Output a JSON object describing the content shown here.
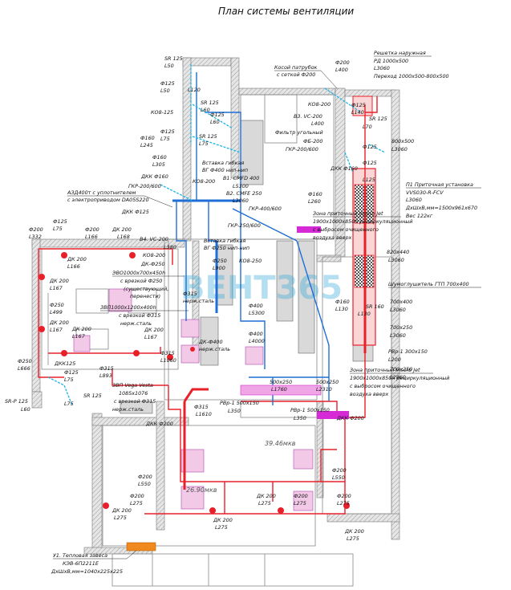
{
  "title": "План системы вентиляции",
  "watermark": "ВЕНТ365",
  "areas": [
    "39.46мкв",
    "26.90мкв"
  ],
  "colors": {
    "supply": "#e8202a",
    "exhaust": "#1f6fd6",
    "cyan": "#19b6e6",
    "magenta": "#d62ad6",
    "wall": "#8a8a8a",
    "orange": "#f08a1e"
  },
  "labels": {
    "grille": "Решетка наружная",
    "rd": "РД 1000х500",
    "l3060a": "L3060",
    "transition": "Переход 1000х500-800х500",
    "oblique1": "Косой патрубок",
    "oblique2": "с сеткой Ф200",
    "f200a": "Ф200",
    "l400a": "L400",
    "sr125a": "SR 125",
    "l50a": "L50",
    "f125a": "Ф125",
    "l50b": "L50",
    "l120": "L120",
    "ko8": "КО8-125",
    "sr125b": "SR 125",
    "l60a": "L60",
    "f125b": "Ф125",
    "l60b": "L60",
    "f125c": "Ф125",
    "l75a": "L75",
    "f160a": "Ф160",
    "l245": "L245",
    "sr125c": "SR 125",
    "l75b": "L75",
    "f160b": "Ф160",
    "l305": "L305",
    "dkk160": "ДКК Ф160",
    "gkr200": "ГКР-200/600",
    "azd1": "АЗД400т с уплотнителем",
    "azd2": "с электроприводом DA05S220",
    "dkk125": "ДКК Ф125",
    "ko8_200": "КО8-200",
    "b3vc": "В3. VC-200",
    "l400b": "L400",
    "filter": "Фильтр угольный",
    "fb200": "ФБ-200",
    "gkr200b": "ГКР-200/600",
    "f125d": "Ф125",
    "l140": "L140",
    "sr125d": "SR 125",
    "l70": "L70",
    "f125e": "Ф125",
    "f125f": "Ф125",
    "l125": "L125",
    "d800": "800х500",
    "l3060b": "L3060",
    "p1": "П1 Приточная установка",
    "vvs": "VVS030-R-FCV",
    "l3060c": "L3060",
    "dims": "ДхШхВ,мм=1500х961х670",
    "weight": "Вес 122кг",
    "flex1": "Вставка гибкая",
    "flex1b": "ВГ Ф400 нип-нип",
    "b1": "В1. СМFD 400",
    "l5300": "L5300",
    "b2": "В2. СМFE 250",
    "l3060d": "L3060",
    "gkr400": "ГКР-400/600",
    "gkr250": "ГКР-250/600",
    "flex2": "Вставка гибкая",
    "flex2b": "ВГ Ф250 нип-нип",
    "ko8_250": "КО8-250",
    "f250a": "Ф250",
    "l900": "L900",
    "dk250": "ДК-Ф250",
    "evo1": "ЭВО1000х700х450h",
    "evo1b": "с врезкой Ф250",
    "evo1c": "(существующий,",
    "evo1d": "перенести)",
    "evp": "ЗВП1000х1200х400h",
    "evpb": "с врезкой Ф315",
    "evpc": "нерж.сталь",
    "f315a": "Ф315",
    "f315b": "нерж.сталь",
    "f400a": "Ф400",
    "l5300b": "L5300",
    "f400b": "Ф400",
    "l4000": "L4000",
    "dk400": "ДК-Ф400",
    "dk400b": "нерж.сталь",
    "zone1": "Зона приточный Insorb Jet",
    "zone1b": "1900х1000х850h рециркуляционный",
    "zone1c": "с выбросом очищенного",
    "zone1d": "воздуха вверх",
    "f160c": "Ф160",
    "l260": "L260",
    "f200b": "Ф200",
    "l332": "L332",
    "f125g": "Ф125",
    "l75c": "L75",
    "f200c": "Ф200",
    "l166a": "L166",
    "dk200a": "ДК 200",
    "l168": "L168",
    "b4vc": "В4. VC-200",
    "l380": "L380",
    "dk200b": "ДК 200",
    "l166b": "L166",
    "dk200c": "ДК 200",
    "l167a": "L167",
    "f250b": "Ф250",
    "l499": "L499",
    "dk200d": "ДК 200",
    "l167b": "L167",
    "dk200e": "ДК 200",
    "l167c": "L167",
    "dk200f": "ДК 200",
    "l167d": "L167",
    "f250c": "Ф250",
    "l666": "L666",
    "dkk125b": "ДКК125",
    "f125h": "Ф125",
    "l75d": "L75",
    "sr125e": "SR 125",
    "l75e": "L75",
    "srp": "SR-P 125",
    "l60c": "L60",
    "f315c": "Ф315",
    "l1060": "L1060",
    "f315d": "Ф315",
    "l893": "L893",
    "evp2": "ЗВП Vega Vesta",
    "evp2b": "1085х1076",
    "evp2c": "с врезкой Ф315",
    "evp2d": "нерж.сталь",
    "dkk200a": "ДКК Ф200",
    "f315e": "Ф315",
    "l1610": "L1610",
    "rvr1": "РВр-1 500х150",
    "l350a": "L350",
    "rvr2": "РВр-1 500х150",
    "l350b": "L350",
    "d500a": "500х250",
    "l1760": "L1760",
    "d500b": "500х250",
    "l2310": "L2310",
    "zone2": "Зона приточный Insorb Jet",
    "zone2b": "1900х1000х850h рециркуляционный",
    "zone2c": "с выбросом очищенного",
    "zone2d": "воздуха вверх",
    "dkk200b": "ДКК Ф200",
    "d820": "820х440",
    "l3060e": "L3060",
    "silencer": "Шумоглушитель ГТП 700х400",
    "d700a": "700х400",
    "l3060f": "L3060",
    "sr160": "SR 160",
    "l130a": "L130",
    "f160d": "Ф160",
    "l130b": "L130",
    "d700b": "700х250",
    "l3060g": "L3060",
    "rvr3": "РВр-1 300х150",
    "l200": "L200",
    "d700c": "700х250",
    "l2860": "L2860",
    "f200d": "Ф200",
    "l550a": "L550",
    "f200e": "Ф200",
    "l550b": "L550",
    "f200f": "Ф200",
    "l275a": "L275",
    "dk200g": "ДК 200",
    "l275b": "L275",
    "dk200h": "ДК 200",
    "l275c": "L275",
    "dk200i": "ДК 200",
    "l275d": "L275",
    "f200g": "Ф200",
    "l275e": "L275",
    "f200h": "Ф200",
    "l275f": "L275",
    "dk200j": "ДК 200",
    "l275g": "L275",
    "u1": "У1. Тепловая завеса",
    "u1b": "КЭВ-6П2211Е",
    "u1c": "ДхШхВ,мм=1040х225х225"
  }
}
